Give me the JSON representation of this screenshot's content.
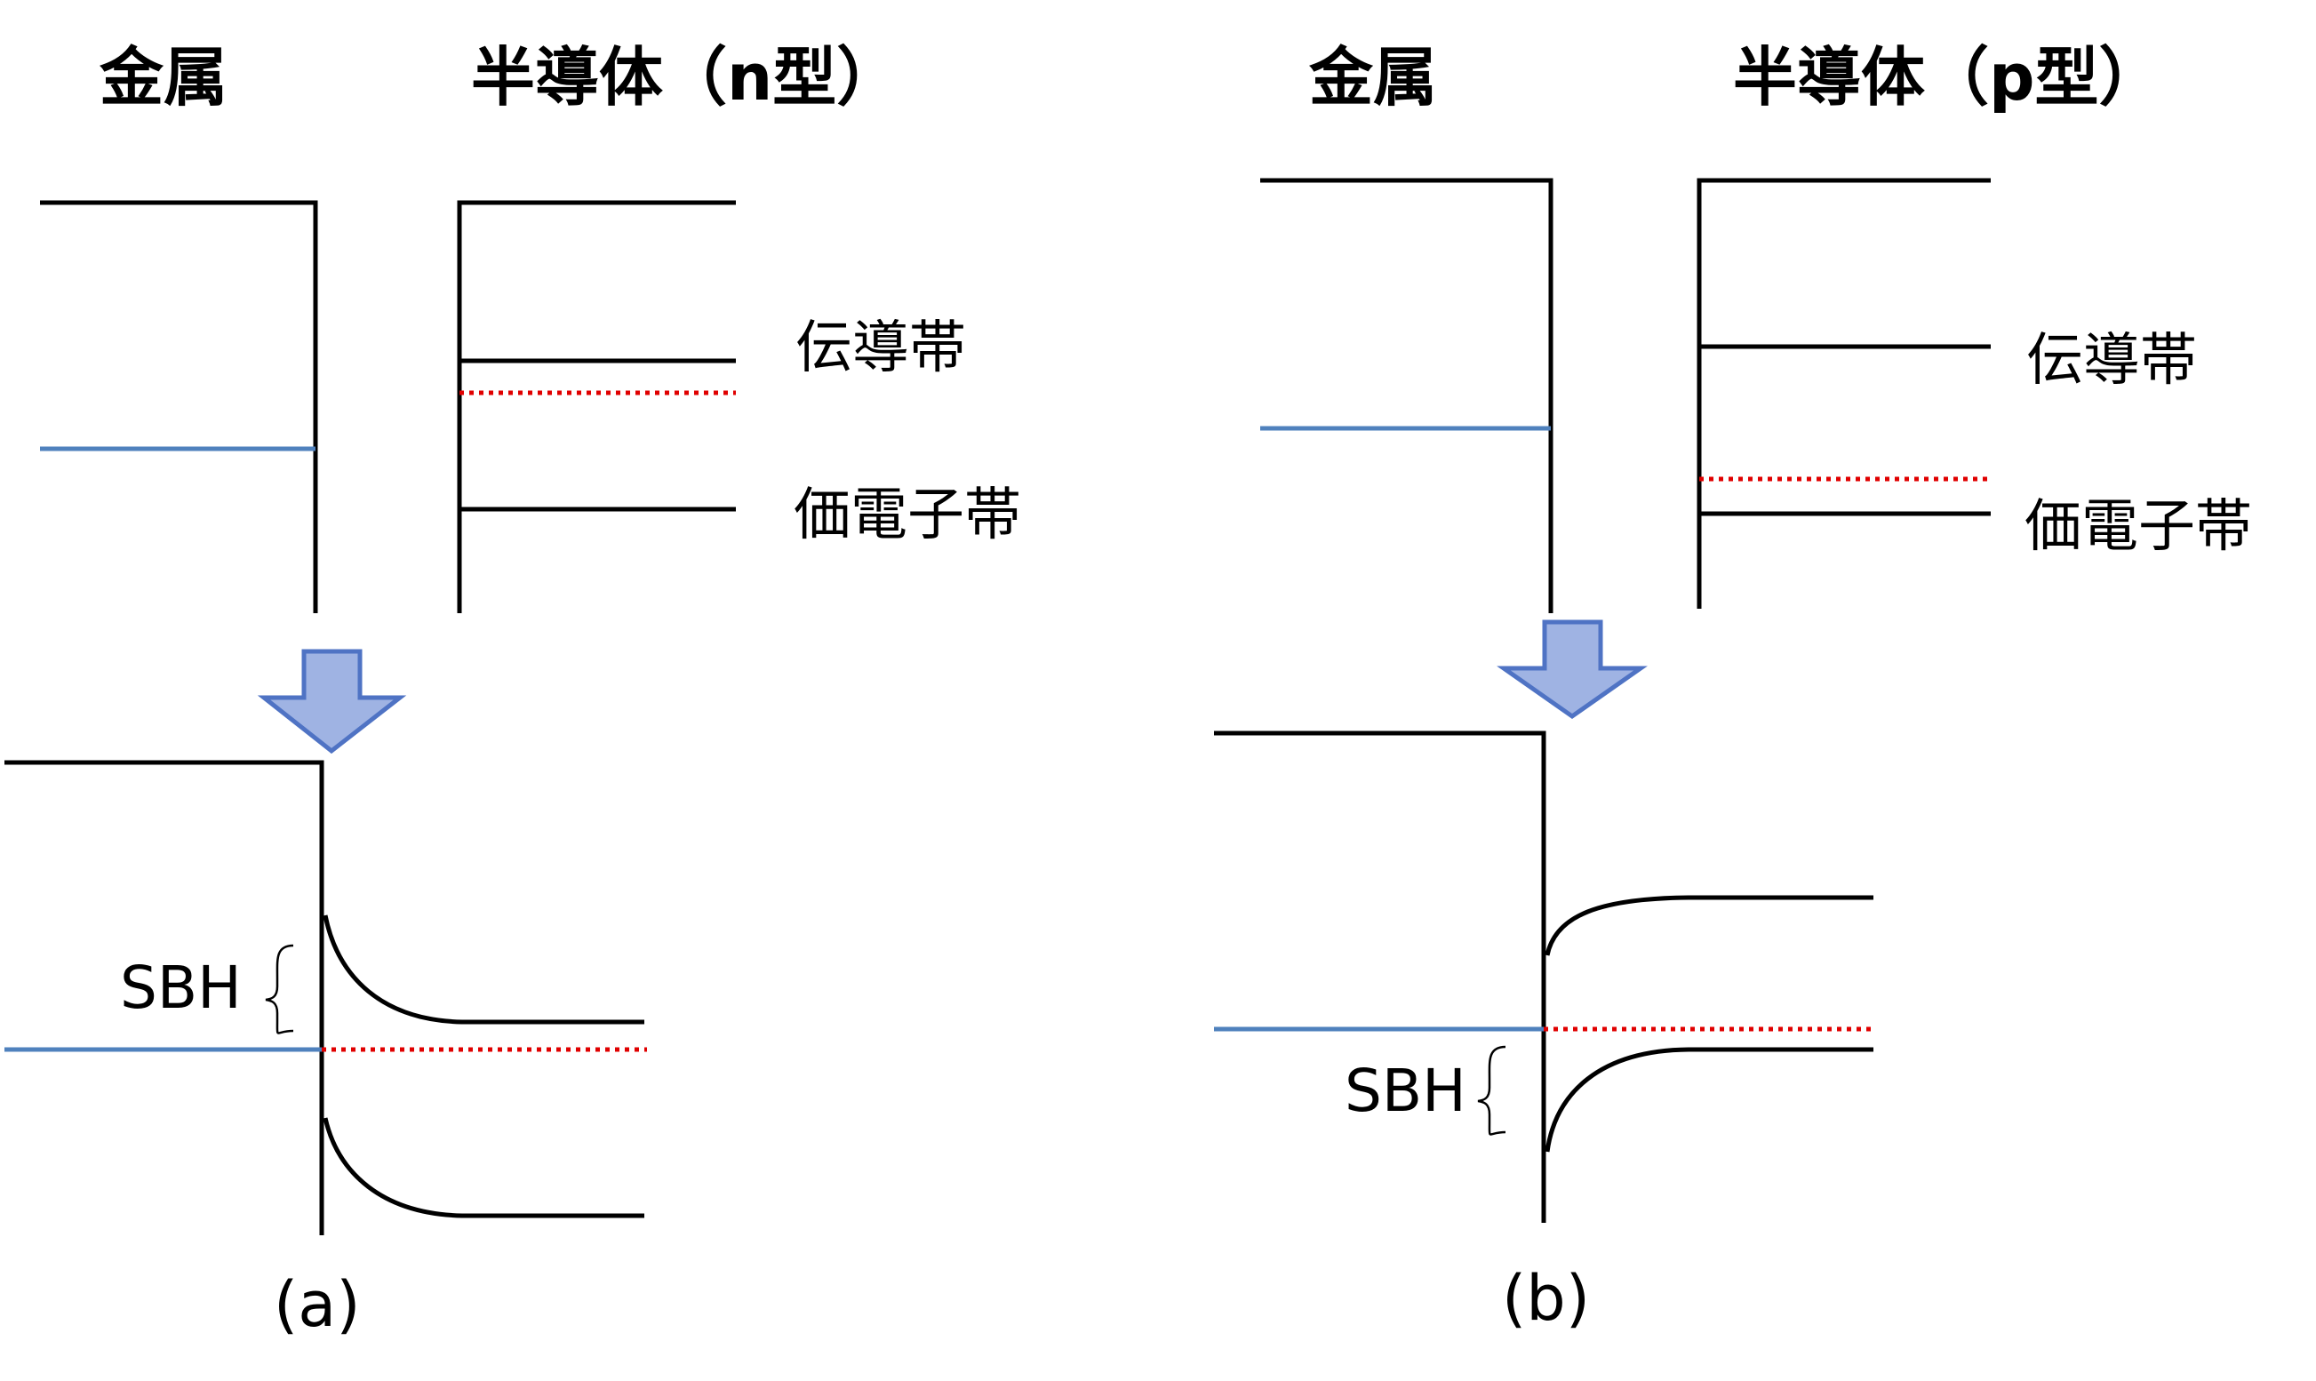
{
  "panel_a": {
    "metal_label": "金属",
    "semiconductor_label": "半導体（n型）",
    "conduction_band_label": "伝導帯",
    "valence_band_label": "価電子帯",
    "sbh_label": "SBH",
    "caption": "(a)"
  },
  "panel_b": {
    "metal_label": "金属",
    "semiconductor_label": "半導体（p型）",
    "conduction_band_label": "伝導帯",
    "valence_band_label": "価電子帯",
    "sbh_label": "SBH",
    "caption": "(b)"
  },
  "colors": {
    "line": "#000000",
    "metal_fermi_level": "#4f81bd",
    "semiconductor_fermi_level": "#e00000",
    "arrow_fill": "#9fb3e3",
    "arrow_stroke": "#4f73c4"
  }
}
